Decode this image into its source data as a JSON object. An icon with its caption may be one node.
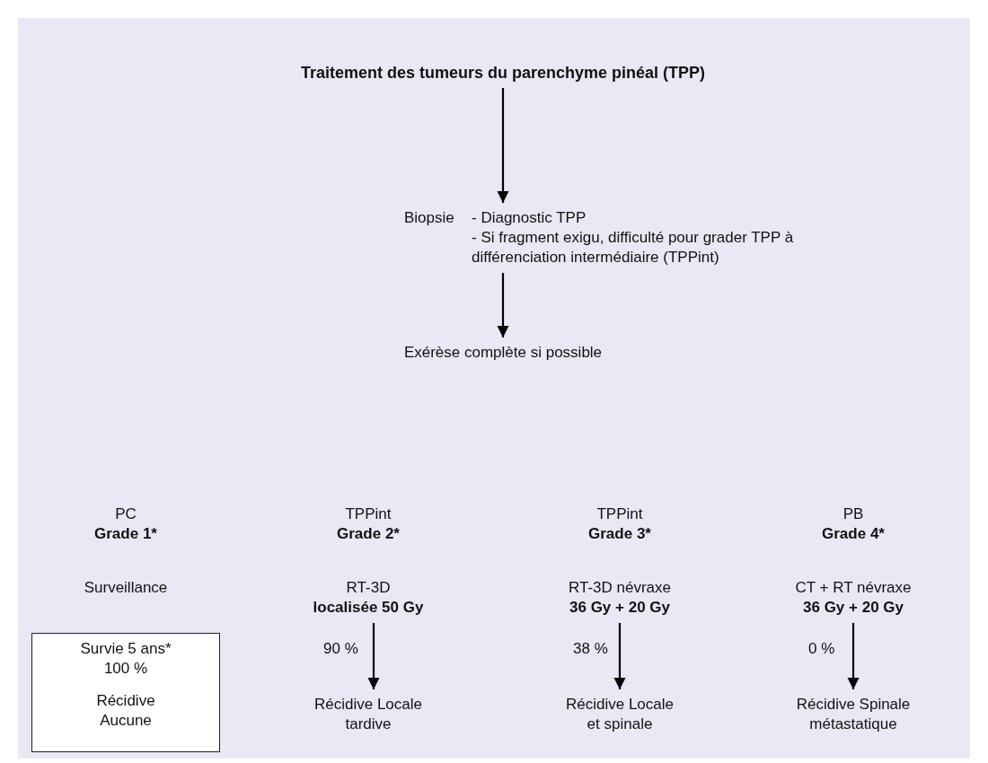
{
  "diagram": {
    "nodes": [
      {
        "text": [
          "Traitement des tumeurs du parenchyme pinéal (TPP)"
        ]
      },
      {
        "text": [
          "Biopsie",
          "- Diagnostic TPP",
          "- Si fragment exigu, difficulté pour grader TPP à différenciation intermédiaire (TPPint)"
        ]
      },
      {
        "text": [
          "Exérèse complète si possible"
        ]
      },
      {
        "text": [
          "PC",
          "Grade 1*"
        ]
      },
      {
        "text": [
          "Surveillance"
        ]
      },
      {
        "text": [
          "Survie 5 ans* 100 %",
          "Récidive Aucune"
        ]
      },
      {
        "text": [
          "TPPint",
          "Grade 2*"
        ]
      },
      {
        "text": [
          "RT-3D",
          "localisée 50 Gy"
        ]
      },
      {
        "text": [
          "Récidive Locale tardive"
        ]
      },
      {
        "text": [
          "TPPint",
          "Grade 3*"
        ]
      },
      {
        "text": [
          "RT-3D névraxe",
          "36 Gy + 20 Gy"
        ]
      },
      {
        "text": [
          "Récidive Locale et spinale"
        ]
      },
      {
        "text": [
          "PB",
          "Grade 4*"
        ]
      },
      {
        "text": [
          "CT + RT névraxe",
          "36 Gy + 20 Gy"
        ]
      },
      {
        "text": [
          "Récidive Spinale métastatique"
        ]
      }
    ],
    "edges": [
      {
        "from": 0,
        "to": 1,
        "arrow": "to"
      },
      {
        "from": 1,
        "to": 2,
        "arrow": "to"
      },
      {
        "from": 7,
        "to": 8,
        "arrow": "to",
        "label": "90 %"
      },
      {
        "from": 10,
        "to": 11,
        "arrow": "to",
        "label": "38 %"
      },
      {
        "from": 13,
        "to": 14,
        "arrow": "to",
        "label": "0 %"
      }
    ]
  }
}
